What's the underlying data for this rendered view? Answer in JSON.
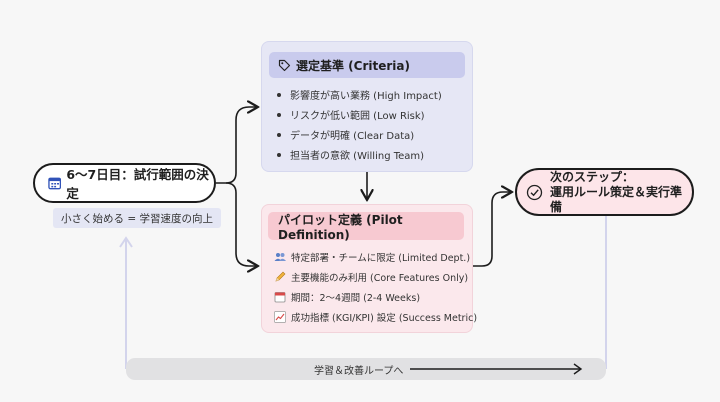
{
  "start": {
    "icon": "calendar-icon",
    "label": "6〜7日目：試行範囲の決定",
    "subtitle": "小さく始める = 学習速度の向上"
  },
  "criteria": {
    "icon": "tag-icon",
    "title": "選定基準 (Criteria)",
    "items": [
      "影響度が高い業務 (High Impact)",
      "リスクが低い範囲 (Low Risk)",
      "データが明確 (Clear Data)",
      "担当者の意欲 (Willing Team)"
    ]
  },
  "pilot": {
    "title": "パイロット定義 (Pilot Definition)",
    "items": [
      {
        "icon": "people-icon",
        "text": "特定部署・チームに限定 (Limited Dept.)"
      },
      {
        "icon": "pencil-icon",
        "text": "主要機能のみ利用 (Core Features Only)"
      },
      {
        "icon": "calendar-icon",
        "text": "期間：2〜4週間 (2-4 Weeks)"
      },
      {
        "icon": "chart-icon",
        "text": "成功指標 (KGI/KPI) 設定 (Success Metric)"
      }
    ]
  },
  "next": {
    "icon": "check-circle-icon",
    "line1": "次のステップ：",
    "line2": "運用ルール策定＆実行準備"
  },
  "loop": {
    "label": "学習＆改善ループへ"
  },
  "colors": {
    "criteria_bg": "#e6e7f5",
    "criteria_title": "#c9cbed",
    "pilot_bg": "#fbe8ec",
    "pilot_title": "#f7c9d1",
    "next_bg": "#fde5e9",
    "loop_line": "#d3d4ec"
  }
}
